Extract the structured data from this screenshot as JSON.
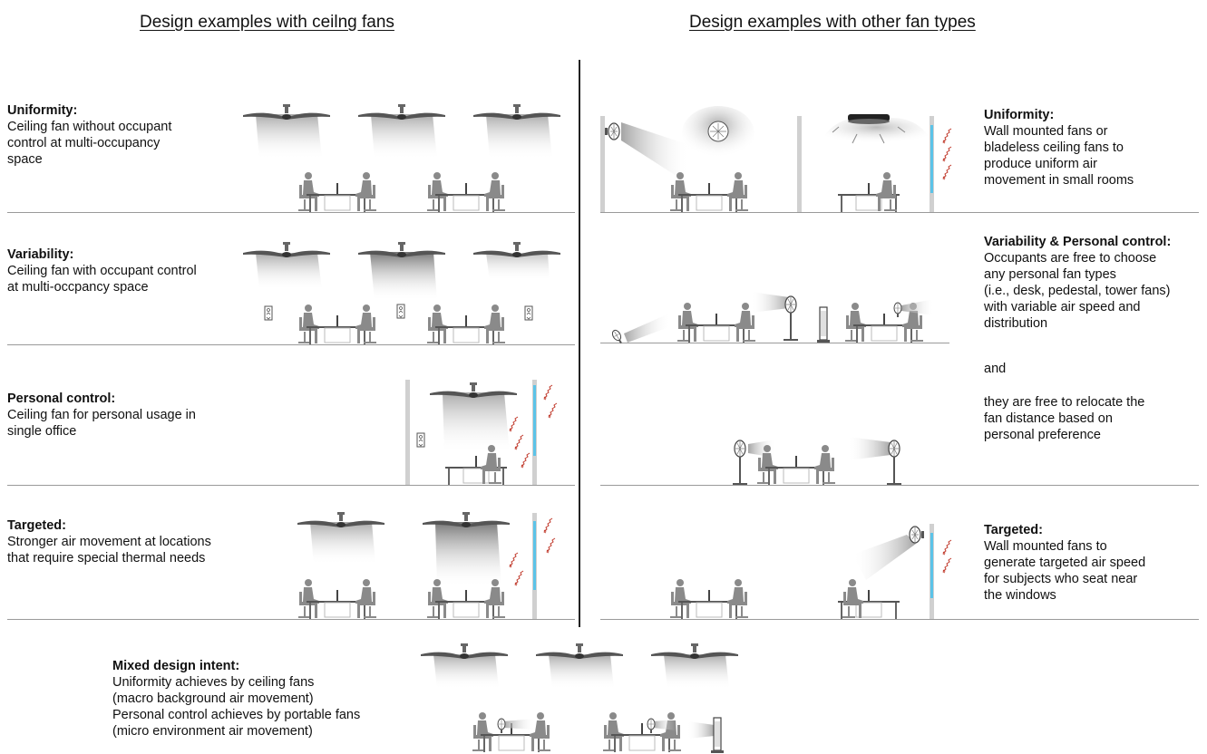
{
  "headings": {
    "left": "Design examples with ceilng fans",
    "right": "Design examples with other fan types"
  },
  "left": {
    "uniformity": {
      "title": "Uniformity:",
      "body": "Ceiling fan without occupant\ncontrol at multi-occupancy\nspace"
    },
    "variability": {
      "title": "Variability:",
      "body": "Ceiling fan with occupant control\nat multi-occpancy space"
    },
    "personal": {
      "title": "Personal control:",
      "body": "Ceiling fan for personal usage in\nsingle office"
    },
    "targeted": {
      "title": "Targeted:",
      "body": "Stronger air movement at locations\nthat require special thermal needs"
    }
  },
  "right": {
    "uniformity": {
      "title": "Uniformity:",
      "body": "Wall mounted fans or\nbladeless ceiling fans to\nproduce uniform air\nmovement in small rooms"
    },
    "variability": {
      "title": "Variability & Personal control:",
      "body": "Occupants are free to choose\nany personal fan types\n(i.e., desk, pedestal, tower fans)\nwith variable air speed and\ndistribution"
    },
    "and": "and",
    "relocate": "they are free to relocate the\nfan distance based on\npersonal preference",
    "targeted": {
      "title": "Targeted:",
      "body": "Wall mounted fans to\ngenerate targeted air speed\nfor subjects who seat near\nthe windows"
    }
  },
  "mixed": {
    "title": "Mixed design intent:",
    "body": "Uniformity achieves by ceiling fans\n(macro background air movement)\nPersonal control achieves by portable fans\n(micro environment air movement)"
  },
  "colors": {
    "window": "#5bc3e8",
    "heat": "#c0392b",
    "silhouette": "#8a8a8a",
    "airflow": "#c4c4c4",
    "divider": "#222222"
  },
  "icons": [
    "ceiling-fan-icon",
    "occupant-silhouette-icon",
    "desk-icon",
    "wall-control-icon",
    "window-icon",
    "heat-ray-icon",
    "wall-fan-icon",
    "pedestal-fan-icon",
    "tower-fan-icon",
    "desk-fan-icon",
    "bladeless-fan-icon"
  ]
}
